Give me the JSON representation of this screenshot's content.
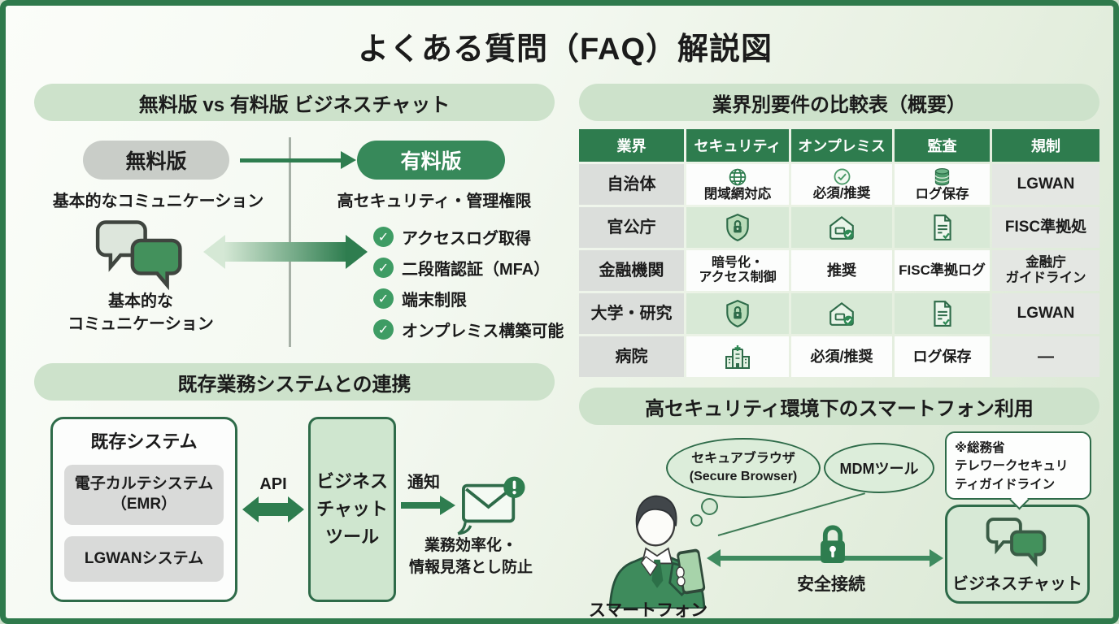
{
  "title": "よくある質問（FAQ）解説図",
  "icons": {
    "check": "✓"
  },
  "colors": {
    "frame": "#2f7a4c",
    "accent_dark_green": "#2e7d4f",
    "section_pill_bg": "#cde2cb",
    "free_pill_bg": "#c9cdc8",
    "paid_pill_bg": "#37895a",
    "table_header_bg": "#2e7c4e",
    "light_green_cell": "#d8e9d6",
    "gray_cell": "#dbdedb"
  },
  "free_vs_paid": {
    "header": "無料版 vs 有料版 ビジネスチャット",
    "free_label": "無料版",
    "paid_label": "有料版",
    "free_subtitle": "基本的なコミュニケーション",
    "paid_subtitle": "高セキュリティ・管理権限",
    "free_caption_lines": [
      "基本的な",
      "コミュニケーション"
    ],
    "paid_features": [
      "アクセスログ取得",
      "二段階認証（MFA）",
      "端末制限",
      "オンプレミス構築可能"
    ]
  },
  "industry_table": {
    "header": "業界別要件の比較表（概要）",
    "columns": [
      "業界",
      "セキュリティ",
      "オンプレミス",
      "監査",
      "規制"
    ],
    "rows": [
      {
        "industry": "自治体",
        "security_icon": "globe-icon",
        "security_label": "閉域網対応",
        "onprem_icon": "check-circle-icon",
        "onprem_label": "必須/推奨",
        "audit_icon": "database-icon",
        "audit_label": "ログ保存",
        "regulation_label": "LGWAN"
      },
      {
        "industry": "官公庁",
        "security_icon": "shield-lock-icon",
        "onprem_icon": "house-check-icon",
        "audit_icon": "document-check-icon",
        "regulation_label": "FISC準拠処"
      },
      {
        "industry": "金融機関",
        "security_lines": [
          "暗号化・",
          "アクセス制御"
        ],
        "onprem_label": "推奨",
        "audit_label": "FISC準拠ログ",
        "regulation_lines": [
          "金融庁",
          "ガイドライン"
        ]
      },
      {
        "industry": "大学・研究",
        "security_icon": "shield-lock-icon",
        "onprem_icon": "house-check-icon",
        "audit_icon": "document-check-icon",
        "regulation_label": "LGWAN"
      },
      {
        "industry": "病院",
        "security_icon": "hospital-icon",
        "onprem_label": "必須/推奨",
        "audit_label": "ログ保存",
        "regulation_label": "—"
      }
    ]
  },
  "integration": {
    "header": "既存業務システムとの連携",
    "existing_box_title": "既存システム",
    "emr_lines": [
      "電子カルテシステム",
      "（EMR）"
    ],
    "lgwan_label": "LGWANシステム",
    "api_label": "API",
    "chat_tool_lines": [
      "ビジネス",
      "チャット",
      "ツール"
    ],
    "notify_label": "通知",
    "benefit_lines": [
      "業務効率化・",
      "情報見落とし防止"
    ]
  },
  "smartphone": {
    "header": "高セキュリティ環境下のスマートフォン利用",
    "secure_browser_lines": [
      "セキュアブラウザ",
      "(Secure Browser)"
    ],
    "mdm_label": "MDMツール",
    "guideline_lines": [
      "※総務省",
      "テレワークセキュリ",
      "ティガイドライン"
    ],
    "smartphone_label": "スマートフォン",
    "secure_connection_label": "安全接続",
    "business_chat_label": "ビジネスチャット"
  }
}
